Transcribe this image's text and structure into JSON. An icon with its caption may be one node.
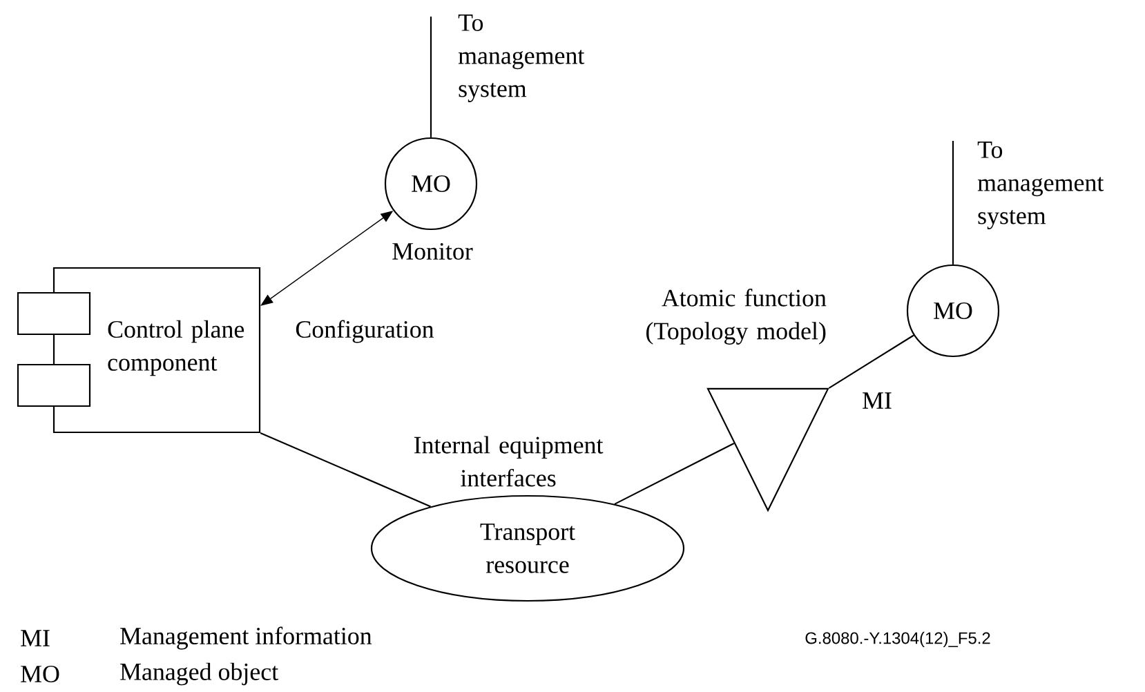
{
  "diagram": {
    "nodes": [
      {
        "text": [
          "Control plane component"
        ]
      },
      {
        "text": [
          "MO"
        ],
        "beside": [
          "Monitor"
        ]
      },
      {
        "text": [
          "MO"
        ]
      },
      {
        "text": [
          "Atomic function (Topology model)"
        ]
      },
      {
        "text": [
          "Transport resource"
        ],
        "beside": [
          "Internal equipment interfaces"
        ]
      }
    ],
    "edges": [
      {
        "from": 0,
        "to": 1,
        "arrow": "both",
        "label": "Configuration"
      },
      {
        "from": 0,
        "to": 4,
        "arrow": "none"
      },
      {
        "from": 4,
        "to": 3,
        "arrow": "none"
      },
      {
        "from": 3,
        "to": 2,
        "arrow": "none",
        "label": "MI"
      },
      {
        "from": 1,
        "to": null,
        "arrow": "none",
        "label": "To management system"
      },
      {
        "from": 2,
        "to": null,
        "arrow": "none",
        "label": "To management system"
      }
    ],
    "labels": [
      "G.8080.-Y.1304(12)_F5.2",
      "MI",
      "Management information",
      "MO",
      "Managed object"
    ]
  }
}
